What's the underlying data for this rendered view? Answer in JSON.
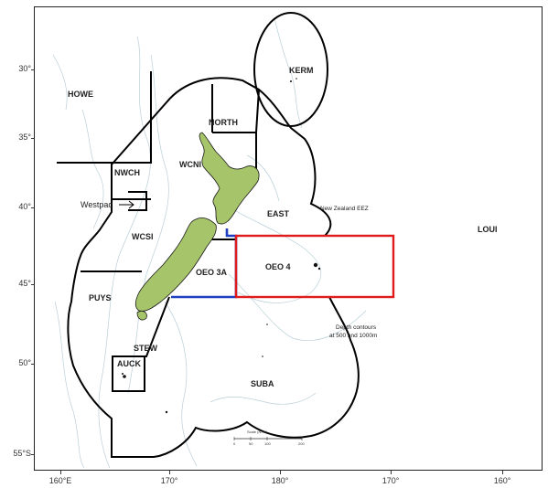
{
  "map": {
    "colors": {
      "land": "#a6c46a",
      "land_stroke": "#1a1a1a",
      "boundary": "#000000",
      "oeo3a": "#1e3fbf",
      "oeo4": "#e01b1b",
      "contours": "#b9cfd8"
    },
    "areas": {
      "howe": "HOWE",
      "kerm": "KERM",
      "north": "NORTH",
      "wcni": "WCNI",
      "nwch": "NWCH",
      "westpac": "Westpac",
      "east": "EAST",
      "wcsi": "WCSI",
      "loui": "LOUI",
      "oeo3a": "OEO 3A",
      "oeo4": "OEO 4",
      "puys": "PUYS",
      "stew": "STEW",
      "auck": "AUCK",
      "suba": "SUBA"
    },
    "notes": {
      "eez": "New Zealand EEZ",
      "depth_line1": "Depth contours",
      "depth_line2": "at 500 and 1000m"
    },
    "scale_bar": {
      "title": "Scale (N.mi)",
      "ticks": [
        "0",
        "50",
        "100",
        "200"
      ]
    },
    "latitude_labels": [
      "30°",
      "35°",
      "40°",
      "45°",
      "50°",
      "55°S"
    ],
    "longitude_labels": [
      "160°E",
      "170°",
      "180°",
      "170°",
      "160°"
    ]
  }
}
